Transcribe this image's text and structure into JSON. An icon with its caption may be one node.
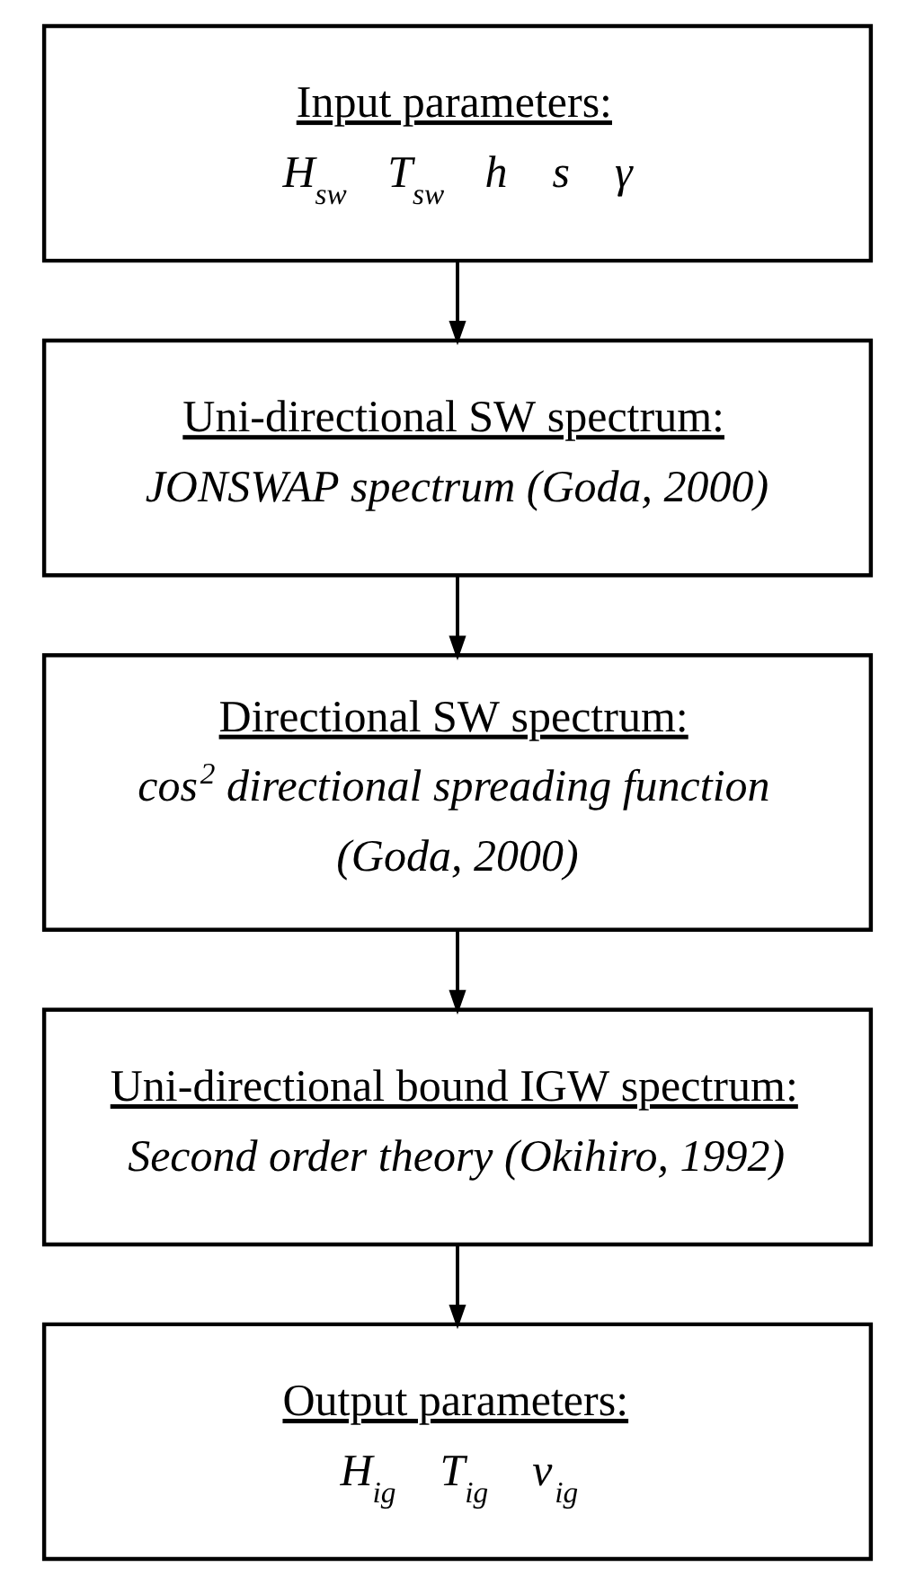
{
  "diagram": {
    "nodes": [
      {
        "text": [
          "Input parameters:",
          "H$_{sw}$ T$_{sw}$ h s γ"
        ]
      },
      {
        "text": [
          "Uni-directional SW spectrum:",
          "JONSWAP spectrum (Goda, 2000)"
        ]
      },
      {
        "text": [
          "Directional SW spectrum:",
          "cos$^{2}$ directional spreading function (Goda, 2000)"
        ]
      },
      {
        "text": [
          "Uni-directional bound IGW spectrum:",
          "Second order theory (Okihiro, 1992)"
        ]
      },
      {
        "text": [
          "Output parameters:",
          "H$_{ig}$ T$_{ig}$ ν$_{ig}$"
        ]
      }
    ],
    "edges": [
      {
        "from": 0,
        "to": 1,
        "arrow": "to"
      },
      {
        "from": 1,
        "to": 2,
        "arrow": "to"
      },
      {
        "from": 2,
        "to": 3,
        "arrow": "to"
      },
      {
        "from": 3,
        "to": 4,
        "arrow": "to"
      }
    ]
  }
}
